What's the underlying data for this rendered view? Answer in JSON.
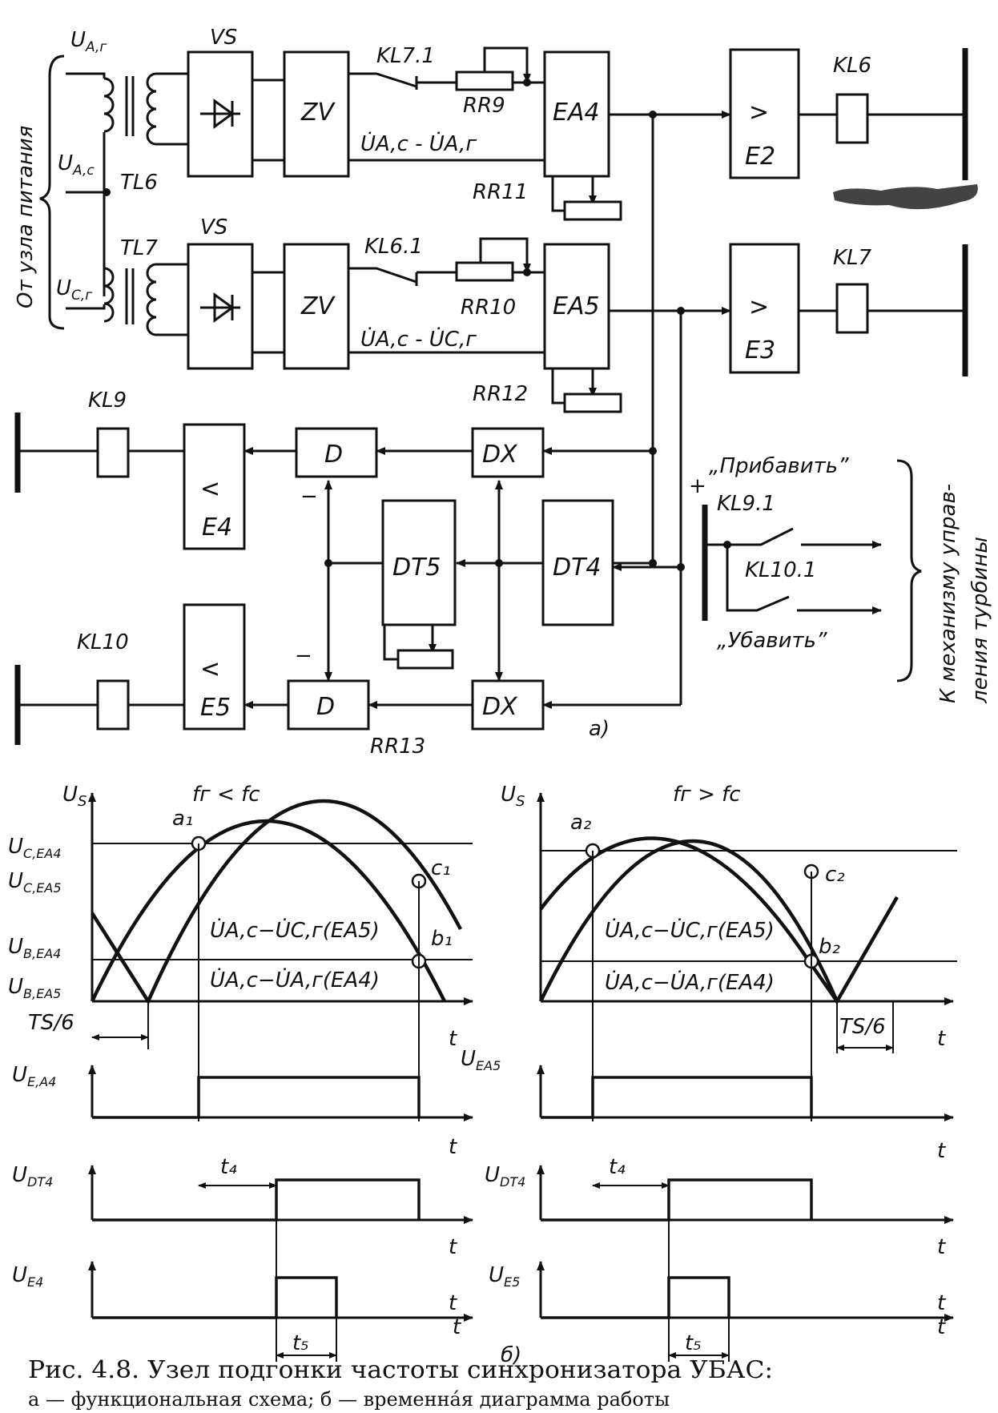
{
  "diagram_a": {
    "side_label": "От узла питания",
    "right_label_1": "К механизму управ-",
    "right_label_2": "ления турбины",
    "u_ag": "U",
    "u_ag_sub": "A,г",
    "u_ac": "U",
    "u_ac_sub": "A,c",
    "u_cg": "U",
    "u_cg_sub": "C,г",
    "tl6": "TL6",
    "tl7": "TL7",
    "vs1": "VS",
    "vs2": "VS",
    "zv1": "ZV",
    "zv2": "ZV",
    "kl71": "KL7.1",
    "kl61": "KL6.1",
    "rr9": "RR9",
    "rr10": "RR10",
    "rr11": "RR11",
    "rr12": "RR12",
    "rr13": "RR13",
    "diff1": "U̇A,c - U̇A,г",
    "diff2": "U̇A,c - U̇C,г",
    "ea4": "EA4",
    "ea5": "EA5",
    "gt": ">",
    "e2": "E2",
    "e3": "E3",
    "kl6": "KL6",
    "kl7": "KL7",
    "kl9": "KL9",
    "kl10": "KL10",
    "lt": "<",
    "e4": "E4",
    "e5": "E5",
    "d1": "D",
    "d2": "D",
    "dx1": "DX",
    "dx2": "DX",
    "dt5": "DT5",
    "dt4": "DT4",
    "minus1": "−",
    "minus2": "−",
    "plus": "+",
    "pribavit": "„Прибавить”",
    "ubavit": "„Убавить”",
    "kl91": "KL9.1",
    "kl101": "KL10.1",
    "label_a": "а)"
  },
  "diagram_b": {
    "us_left": "U",
    "us_right": "U",
    "us_sub": "S",
    "f_left": "fг < fc",
    "f_right": "fг > fc",
    "uc_ea4": "U",
    "uc_ea4_sub": "C,EA4",
    "uc_ea5": "U",
    "uc_ea5_sub": "C,EA5",
    "ub_ea4": "U",
    "ub_ea4_sub": "B,EA4",
    "ub_ea5": "U",
    "ub_ea5_sub": "B,EA5",
    "a1": "a₁",
    "b1": "b₁",
    "c1": "c₁",
    "a2": "a₂",
    "b2": "b₂",
    "c2": "c₂",
    "curve_ea5": "U̇A,c−U̇C,г(EA5)",
    "curve_ea4": "U̇A,c−U̇A,г(EA4)",
    "ts6": "TS/6",
    "t": "t",
    "ue_a4": "U",
    "ue_a4_sub": "E,A4",
    "udt4": "U",
    "udt4_sub": "DT4",
    "ue4": "U",
    "ue4_sub": "E4",
    "uea5": "U",
    "uea5_sub": "EA5",
    "ue5": "U",
    "ue5_sub": "E5",
    "t4": "t₄",
    "t5": "t₅",
    "label_b": "б)"
  },
  "caption": {
    "line1": "Рис. 4.8. Узел подгонки частоты синхронизатора УБАС:",
    "line2": "а — функциональная схема; б — временна́я диаграмма работы"
  }
}
